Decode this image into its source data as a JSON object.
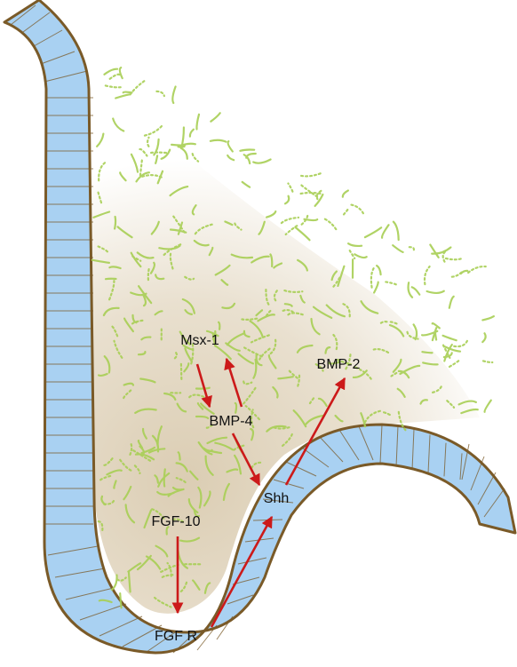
{
  "labels": {
    "msx1": "Msx-1",
    "bmp4": "BMP-4",
    "bmp2": "BMP-2",
    "shh": "Shh",
    "fgf10": "FGF-10",
    "fgfr": "FGF R"
  },
  "colors": {
    "epithelium_fill": "#a9d1f2",
    "epithelium_outline": "#7a5a28",
    "mesenchyme": "#e7dcc8",
    "cell_fibers": "#a8cf55",
    "arrow": "#cc1a1a",
    "text": "#111111"
  }
}
